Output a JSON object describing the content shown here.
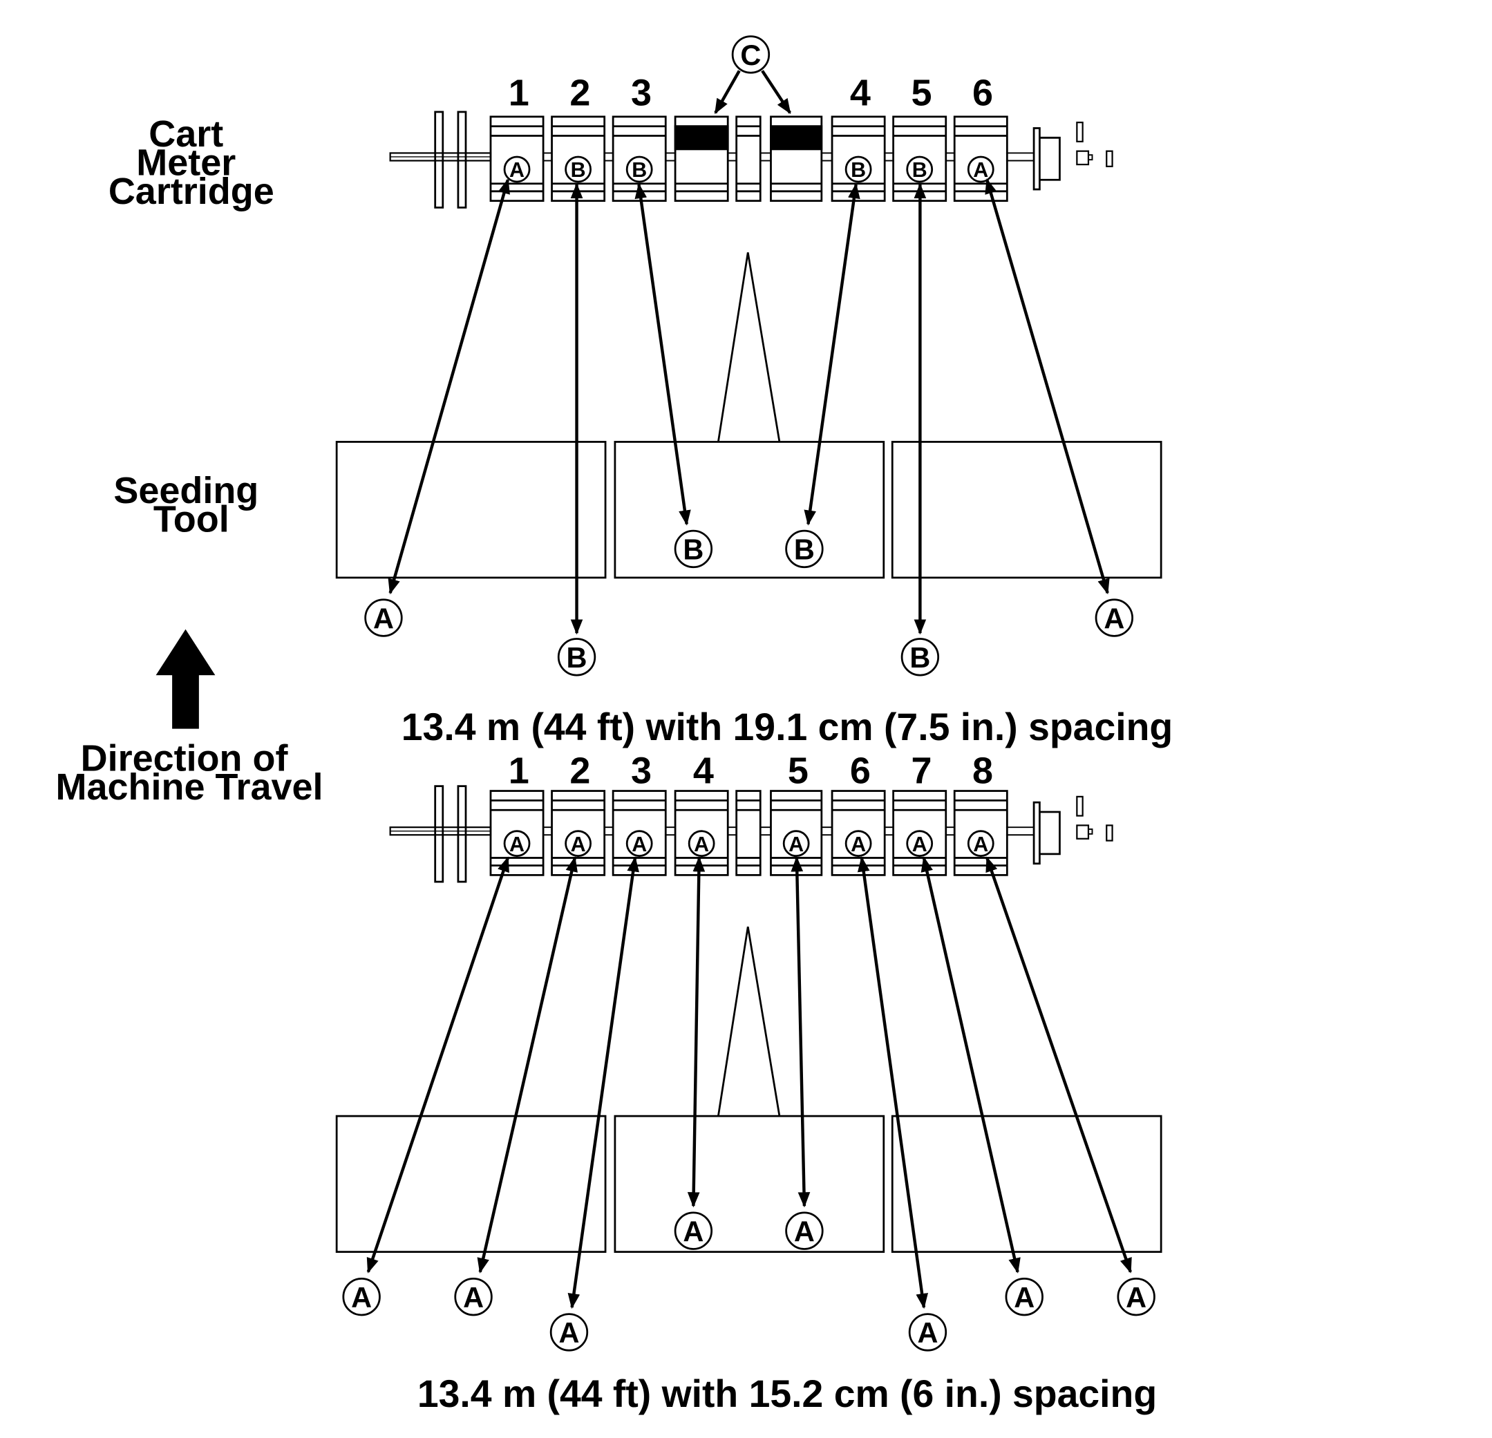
{
  "labels": {
    "cart_meter_cartridge": [
      "Cart",
      "Meter",
      "Cartridge"
    ],
    "seeding_tool": [
      "Seeding",
      "Tool"
    ],
    "direction": [
      "Direction of",
      "Machine Travel"
    ]
  },
  "top": {
    "caption": "13.4 m (44 ft) with 19.1 cm (7.5 in.) spacing",
    "callout_c": "C",
    "meters": [
      {
        "num": "1",
        "callout": "A",
        "blank": false
      },
      {
        "num": "2",
        "callout": "B",
        "blank": false
      },
      {
        "num": "3",
        "callout": "B",
        "blank": false
      },
      {
        "num": "",
        "callout": "",
        "blank": true
      },
      {
        "num": "",
        "callout": "",
        "blank": true
      },
      {
        "num": "4",
        "callout": "B",
        "blank": false
      },
      {
        "num": "5",
        "callout": "B",
        "blank": false
      },
      {
        "num": "6",
        "callout": "A",
        "blank": false
      }
    ],
    "outlets": [
      "A",
      "B",
      "B",
      "B",
      "B",
      "A"
    ]
  },
  "bottom": {
    "caption": "13.4 m (44 ft) with 15.2 cm (6 in.) spacing",
    "meters": [
      {
        "num": "1",
        "callout": "A"
      },
      {
        "num": "2",
        "callout": "A"
      },
      {
        "num": "3",
        "callout": "A"
      },
      {
        "num": "4",
        "callout": "A"
      },
      {
        "num": "5",
        "callout": "A"
      },
      {
        "num": "6",
        "callout": "A"
      },
      {
        "num": "7",
        "callout": "A"
      },
      {
        "num": "8",
        "callout": "A"
      }
    ],
    "outlets": [
      "A",
      "A",
      "A",
      "A",
      "A",
      "A",
      "A",
      "A"
    ]
  },
  "colors": {
    "line": "#000000",
    "background": "#ffffff"
  }
}
